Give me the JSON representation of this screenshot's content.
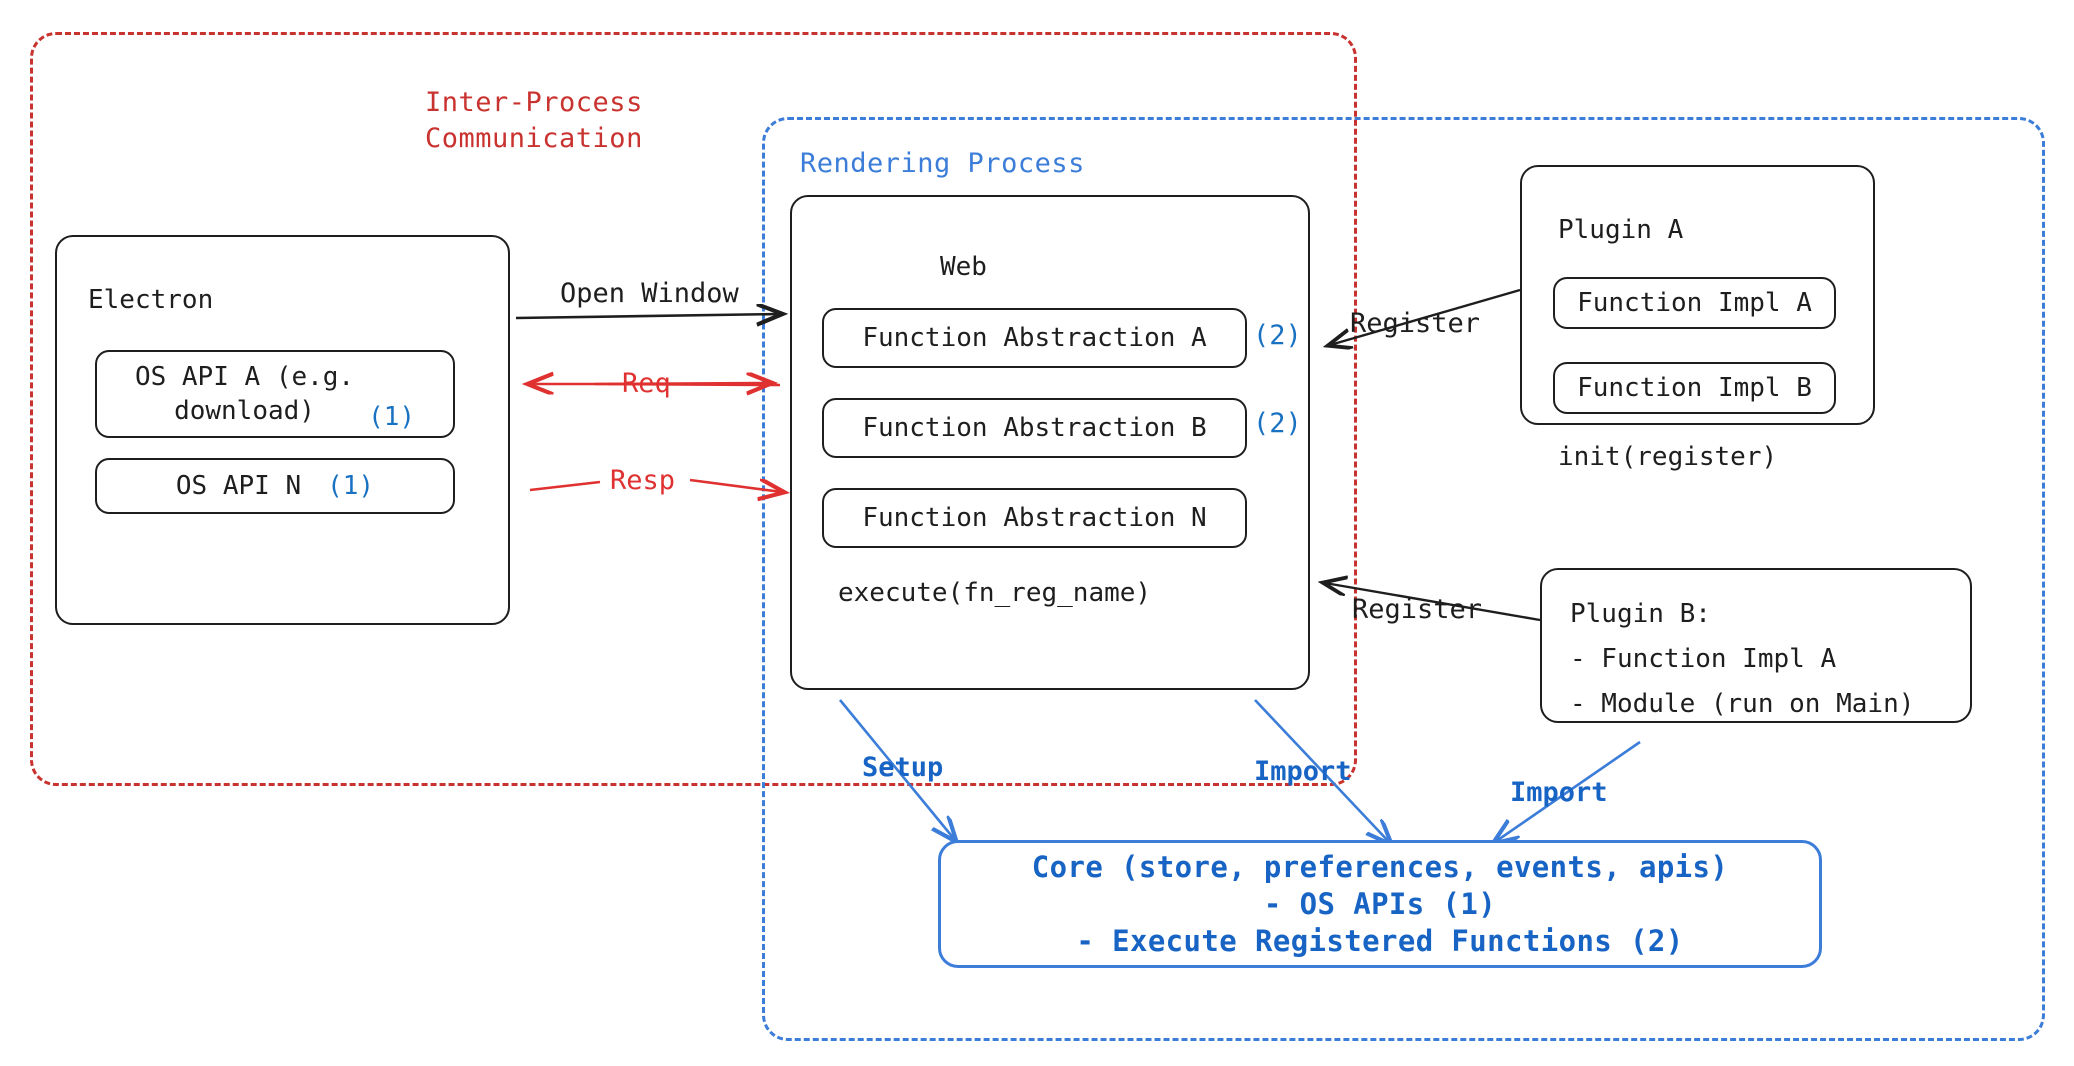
{
  "diagram": {
    "title": "Electron plugin architecture",
    "colors": {
      "ipc_red": "#c9332f",
      "render_blue": "#3b7dd8",
      "core_blue": "#1864c4",
      "annotation_blue": "#1971c2",
      "arrow_red": "#e03131",
      "stroke_black": "#1e1e1e"
    }
  },
  "groups": {
    "ipc": {
      "label": "Inter-Process\nCommunication"
    },
    "rendering_process": {
      "label": "Rendering Process"
    }
  },
  "electron": {
    "title": "Electron",
    "items": [
      {
        "label": "OS API A (e.g.\ndownload)",
        "tag": "(1)"
      },
      {
        "label": "OS API N",
        "tag": "(1)"
      }
    ]
  },
  "web": {
    "title": "Web",
    "abstractions": [
      {
        "label": "Function Abstraction A",
        "tag": "(2)"
      },
      {
        "label": "Function Abstraction B",
        "tag": "(2)"
      },
      {
        "label": "Function Abstraction N",
        "tag": ""
      }
    ],
    "footer": "execute(fn_reg_name)"
  },
  "plugin_a": {
    "title": "Plugin A",
    "items": [
      "Function Impl A",
      "Function Impl B"
    ],
    "footer": "init(register)"
  },
  "plugin_b": {
    "body": "Plugin B:\n- Function Impl A\n- Module (run on Main)"
  },
  "core": {
    "text": "Core (store, preferences, events, apis)\n- OS APIs (1)\n- Execute Registered Functions (2)"
  },
  "edges": {
    "open_window": "Open Window",
    "req": "Req",
    "resp": "Resp",
    "register_plugin_a": "Register",
    "register_plugin_b": "Register",
    "setup": "Setup",
    "import_web": "Import",
    "import_plugin_b": "Import"
  }
}
